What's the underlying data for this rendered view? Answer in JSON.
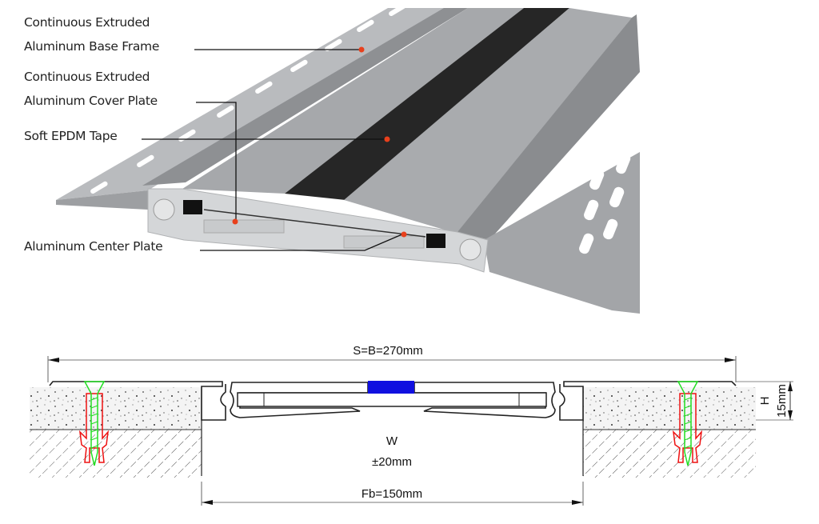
{
  "labels": {
    "base_frame_line1": "Continuous Extruded",
    "base_frame_line2": "Aluminum Base Frame",
    "cover_plate_line1": "Continuous Extruded",
    "cover_plate_line2": "Aluminum Cover Plate",
    "epdm_tape": "Soft EPDM Tape",
    "center_plate": "Aluminum Center Plate"
  },
  "dimensions": {
    "overall_width": "S=B=270mm",
    "movement_label": "W",
    "movement_value": "±20mm",
    "gap_width": "Fb=150mm",
    "height_label": "H",
    "height_value": "15mm"
  },
  "colors": {
    "leader_dot": "#e8401c",
    "epdm": "#262626",
    "aluminum": "#a9abae",
    "insert_blue": "#1010e0",
    "screw_green": "#22dd22",
    "anchor_red": "#ee1111"
  }
}
